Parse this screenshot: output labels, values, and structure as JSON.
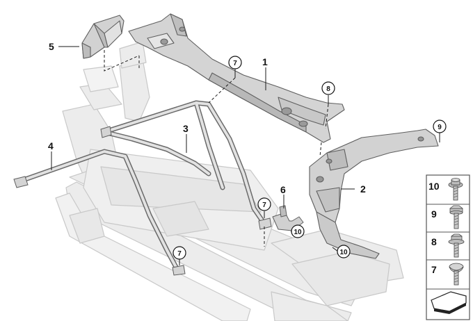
{
  "callouts": {
    "c1": "1",
    "c2": "2",
    "c3": "3",
    "c4": "4",
    "c5": "5",
    "c6": "6",
    "circ7a": "7",
    "circ7b": "7",
    "circ7c": "7",
    "circ8": "8",
    "circ9": "9",
    "circ10a": "10",
    "circ10b": "10"
  },
  "legend": {
    "items": [
      {
        "label": "10",
        "icon": "flange-screw-icon"
      },
      {
        "label": "9",
        "icon": "hex-bolt-icon"
      },
      {
        "label": "8",
        "icon": "hex-bolt-washer-icon"
      },
      {
        "label": "7",
        "icon": "torx-screw-icon"
      }
    ],
    "nav_icon": "next-page-arrow-icon"
  },
  "colors": {
    "ghost_fill": "#ececec",
    "ghost_stroke": "#c8c8c8",
    "part_fill": "#d6d6d6",
    "part_stroke": "#6e6e6e",
    "legend_border": "#555555"
  }
}
